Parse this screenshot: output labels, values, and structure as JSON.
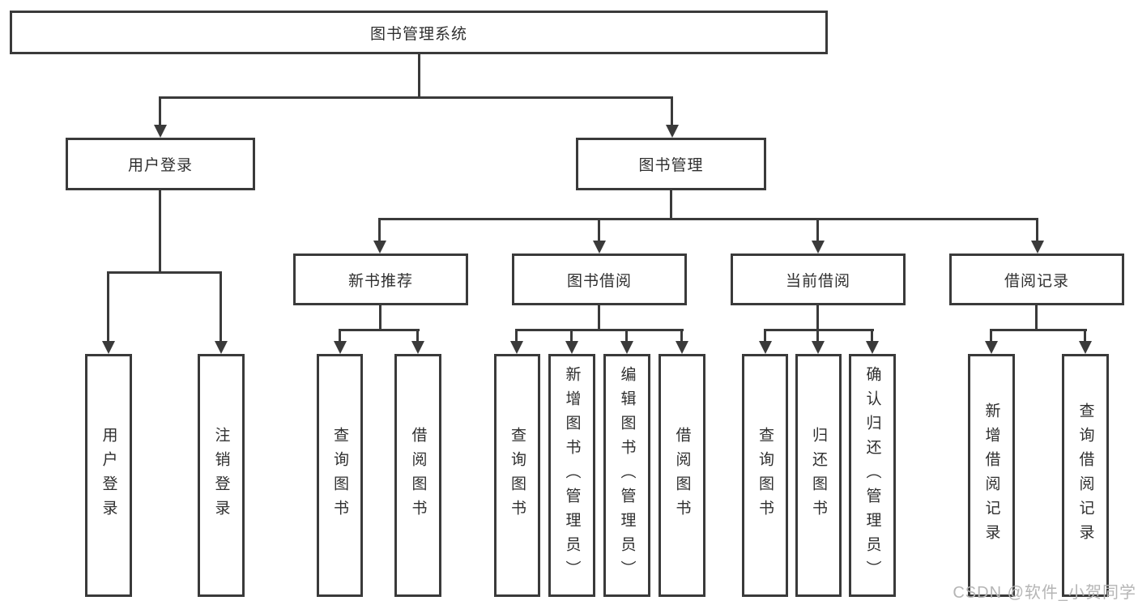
{
  "diagram": {
    "root": {
      "label": "图书管理系统"
    },
    "level2": [
      {
        "label": "用户登录",
        "parent": "图书管理系统"
      },
      {
        "label": "图书管理",
        "parent": "图书管理系统"
      }
    ],
    "level3": [
      {
        "label": "新书推荐",
        "parent": "图书管理"
      },
      {
        "label": "图书借阅",
        "parent": "图书管理"
      },
      {
        "label": "当前借阅",
        "parent": "图书管理"
      },
      {
        "label": "借阅记录",
        "parent": "图书管理"
      }
    ],
    "leaves": [
      {
        "label": "用户登录",
        "parent": "用户登录"
      },
      {
        "label": "注销登录",
        "parent": "用户登录"
      },
      {
        "label": "查询图书",
        "parent": "新书推荐"
      },
      {
        "label": "借阅图书",
        "parent": "新书推荐"
      },
      {
        "label": "查询图书",
        "parent": "图书借阅"
      },
      {
        "label": "新增图书（管理员）",
        "parent": "图书借阅"
      },
      {
        "label": "编辑图书（管理员）",
        "parent": "图书借阅"
      },
      {
        "label": "借阅图书",
        "parent": "图书借阅"
      },
      {
        "label": "查询图书",
        "parent": "当前借阅"
      },
      {
        "label": "归还图书",
        "parent": "当前借阅"
      },
      {
        "label": "确认归还（管理员）",
        "parent": "当前借阅"
      },
      {
        "label": "新增借阅记录",
        "parent": "借阅记录"
      },
      {
        "label": "查询借阅记录",
        "parent": "借阅记录"
      }
    ],
    "watermark": "CSDN @软件_小贺同学",
    "colors": {
      "line": "#3a3a3a",
      "text": "#2f2f2f",
      "background": "#ffffff",
      "watermark": "#b5b5b5"
    }
  }
}
